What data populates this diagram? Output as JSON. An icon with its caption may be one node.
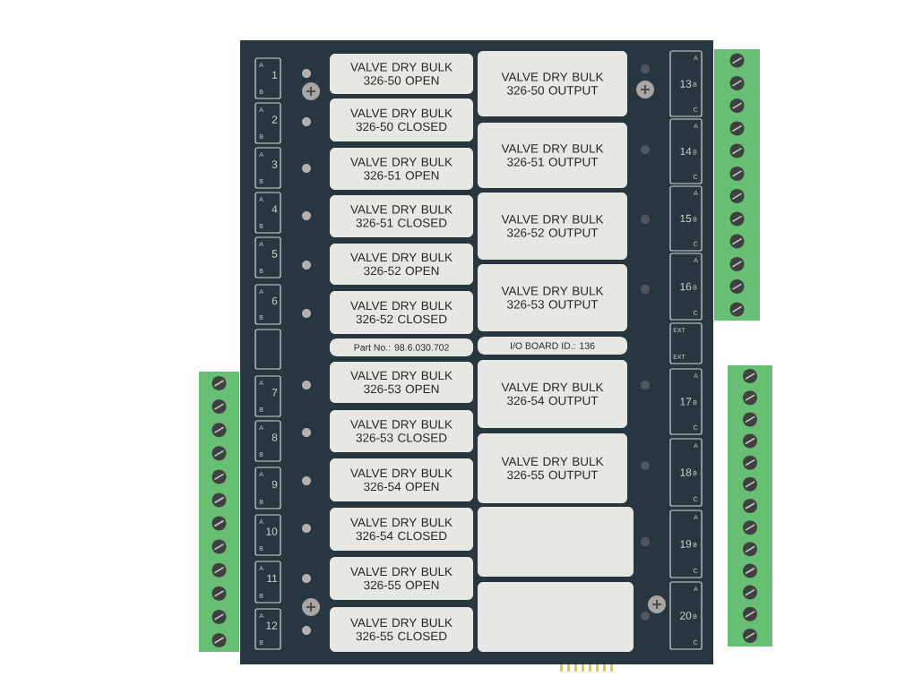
{
  "diagram": {
    "nodes": [
      {
        "text": [
          "A",
          "1",
          "B"
        ]
      },
      {
        "text": [
          "A",
          "2",
          "B"
        ]
      },
      {
        "text": [
          "A",
          "3",
          "B"
        ]
      },
      {
        "text": [
          "A",
          "4",
          "B"
        ]
      },
      {
        "text": [
          "A",
          "5",
          "B"
        ]
      },
      {
        "text": [
          "A",
          "6",
          "B"
        ]
      },
      {
        "text": [],
        "shape": "box"
      },
      {
        "text": [
          "A",
          "7",
          "B"
        ]
      },
      {
        "text": [
          "A",
          "8",
          "B"
        ]
      },
      {
        "text": [
          "A",
          "9",
          "B"
        ]
      },
      {
        "text": [
          "A",
          "10",
          "B"
        ]
      },
      {
        "text": [
          "A",
          "11",
          "B"
        ]
      },
      {
        "text": [
          "A",
          "12",
          "B"
        ]
      },
      {
        "text": [
          "VALVE DRY BULK 326-50 OPEN"
        ]
      },
      {
        "text": [
          "VALVE DRY BULK 326-50 CLOSED"
        ]
      },
      {
        "text": [
          "VALVE DRY BULK 326-51 OPEN"
        ]
      },
      {
        "text": [
          "VALVE DRY BULK 326-51 CLOSED"
        ]
      },
      {
        "text": [
          "VALVE DRY BULK 326-52 OPEN"
        ]
      },
      {
        "text": [
          "VALVE DRY BULK 326-52 CLOSED"
        ]
      },
      {
        "text": [
          "Part No.: 98.6.030.702"
        ]
      },
      {
        "text": [
          "VALVE DRY BULK 326-53 OPEN"
        ]
      },
      {
        "text": [
          "VALVE DRY BULK 326-53 CLOSED"
        ]
      },
      {
        "text": [
          "VALVE DRY BULK 326-54 OPEN"
        ]
      },
      {
        "text": [
          "VALVE DRY BULK 326-54 CLOSED"
        ]
      },
      {
        "text": [
          "VALVE DRY BULK 326-55 OPEN"
        ]
      },
      {
        "text": [
          "VALVE DRY BULK 326-55 CLOSED"
        ]
      },
      {
        "text": [
          "VALVE DRY BULK 326-50 OUTPUT"
        ]
      },
      {
        "text": [
          "VALVE DRY BULK 326-51 OUTPUT"
        ]
      },
      {
        "text": [
          "VALVE DRY BULK 326-52 OUTPUT"
        ]
      },
      {
        "text": [
          "VALVE DRY BULK 326-53 OUTPUT"
        ]
      },
      {
        "text": [
          "I/O BOARD ID.: 136"
        ]
      },
      {
        "text": [
          "VALVE DRY BULK 326-54 OUTPUT"
        ]
      },
      {
        "text": [
          "VALVE DRY BULK 326-55 OUTPUT"
        ]
      },
      {
        "text": [],
        "shape": "box"
      },
      {
        "text": [],
        "shape": "box"
      },
      {
        "text": [
          "A",
          "13",
          "B",
          "C"
        ]
      },
      {
        "text": [
          "A",
          "14",
          "B",
          "C"
        ]
      },
      {
        "text": [
          "A",
          "15",
          "B",
          "C"
        ]
      },
      {
        "text": [
          "A",
          "16",
          "B",
          "C"
        ]
      },
      {
        "text": [
          "EXT",
          "EXT"
        ]
      },
      {
        "text": [
          "A",
          "17",
          "B",
          "C"
        ]
      },
      {
        "text": [
          "A",
          "18",
          "B",
          "C"
        ]
      },
      {
        "text": [
          "A",
          "19",
          "B",
          "C"
        ]
      },
      {
        "text": [
          "A",
          "20",
          "B",
          "C"
        ]
      }
    ]
  }
}
